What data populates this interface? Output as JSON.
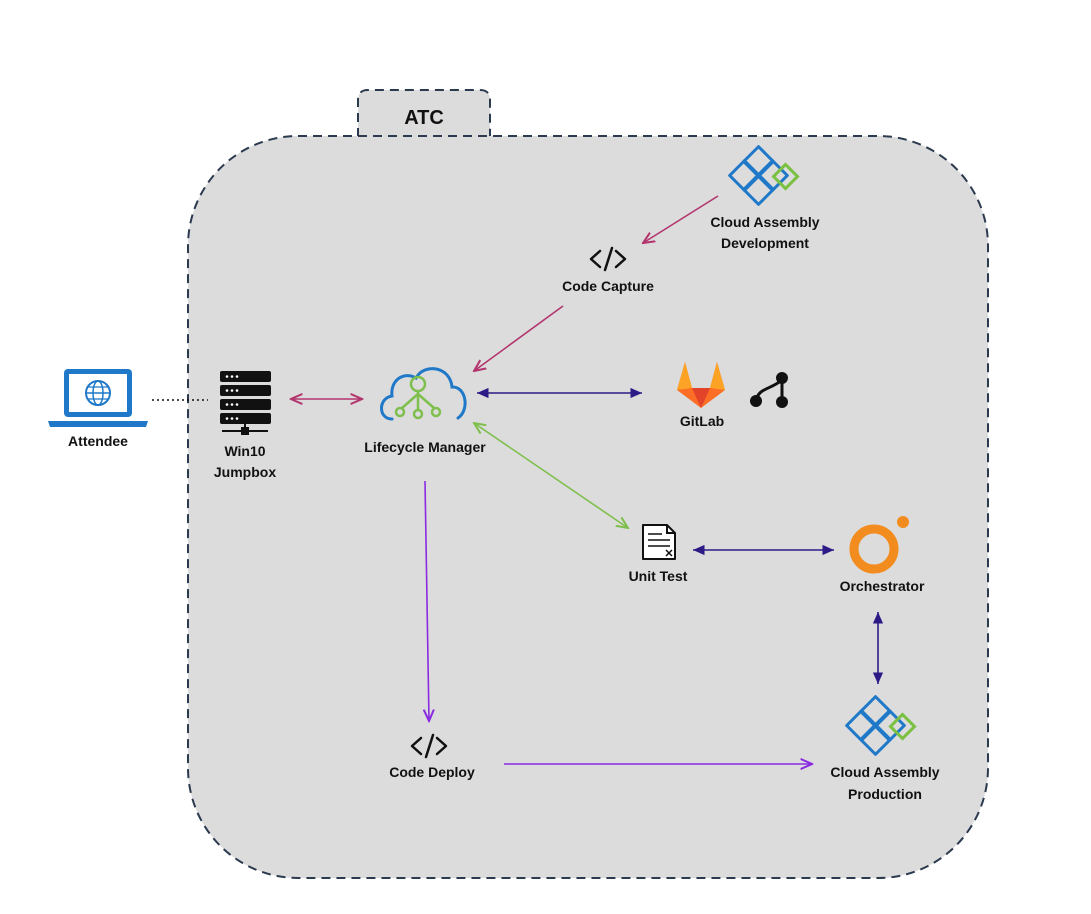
{
  "container": {
    "tab_label": "ATC"
  },
  "nodes": {
    "attendee": {
      "label": "Attendee",
      "icon": "laptop-globe-icon"
    },
    "jumpbox": {
      "line1": "Win10",
      "line2": "Jumpbox",
      "icon": "server-icon"
    },
    "lifecycle": {
      "label": "Lifecycle Manager",
      "icon": "cloud-network-icon"
    },
    "cap_dev": {
      "line1": "Cloud Assembly",
      "line2": "Development",
      "icon": "cloud-assembly-icon"
    },
    "code_capture": {
      "label": "Code Capture",
      "icon": "code-icon"
    },
    "gitlab": {
      "label": "GitLab",
      "icon": "gitlab-fox-icon",
      "extra_icon": "git-branch-icon"
    },
    "unit_test": {
      "label": "Unit Test",
      "icon": "document-icon"
    },
    "orchestrator": {
      "label": "Orchestrator",
      "icon": "orchestrator-ring-icon"
    },
    "code_deploy": {
      "label": "Code Deploy",
      "icon": "code-icon"
    },
    "cap_prod": {
      "line1": "Cloud Assembly",
      "line2": "Production",
      "icon": "cloud-assembly-icon"
    }
  },
  "colors": {
    "container_fill": "#dcdcdc",
    "container_border": "#2b3a4f",
    "magenta": "#b3356e",
    "navy": "#2e1a86",
    "green": "#7fbf4d",
    "purple": "#8a2be2",
    "blue": "#1f78c8",
    "assembly_green": "#7ac142",
    "orange": "#f28c1e"
  }
}
